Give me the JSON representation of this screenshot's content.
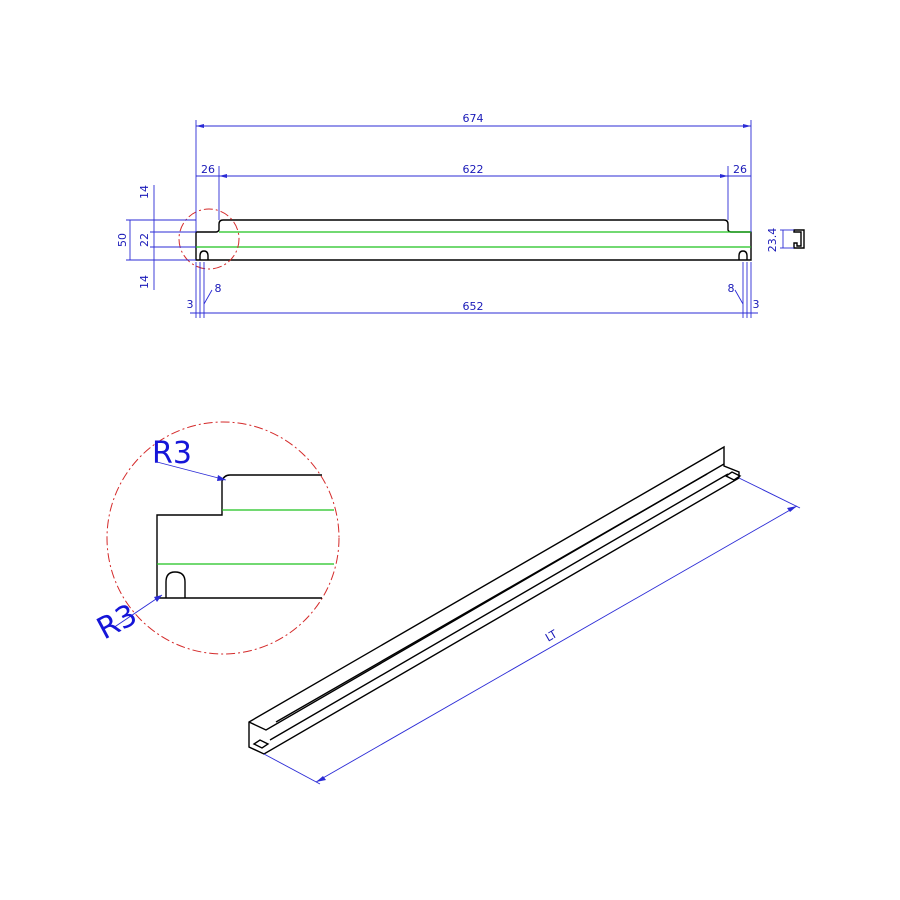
{
  "colors": {
    "dimension": "#2b2bd6",
    "profile": "#000000",
    "insulation_line": "#1fc21f",
    "detail_circle": "#d42a2a"
  },
  "dimensions": {
    "overall_width": "674",
    "inner_width": "622",
    "left_offset": "26",
    "right_offset": "26",
    "bottom_width": "652",
    "left_edge": "3",
    "right_edge": "3",
    "left_slot": "8",
    "right_slot": "8",
    "total_height": "50",
    "top_step": "14",
    "middle": "22",
    "bottom_step": "14",
    "end_profile_height": "23.4"
  },
  "detail": {
    "top_radius": "R3",
    "bottom_radius": "R3"
  },
  "isometric": {
    "length_label": "LT"
  }
}
